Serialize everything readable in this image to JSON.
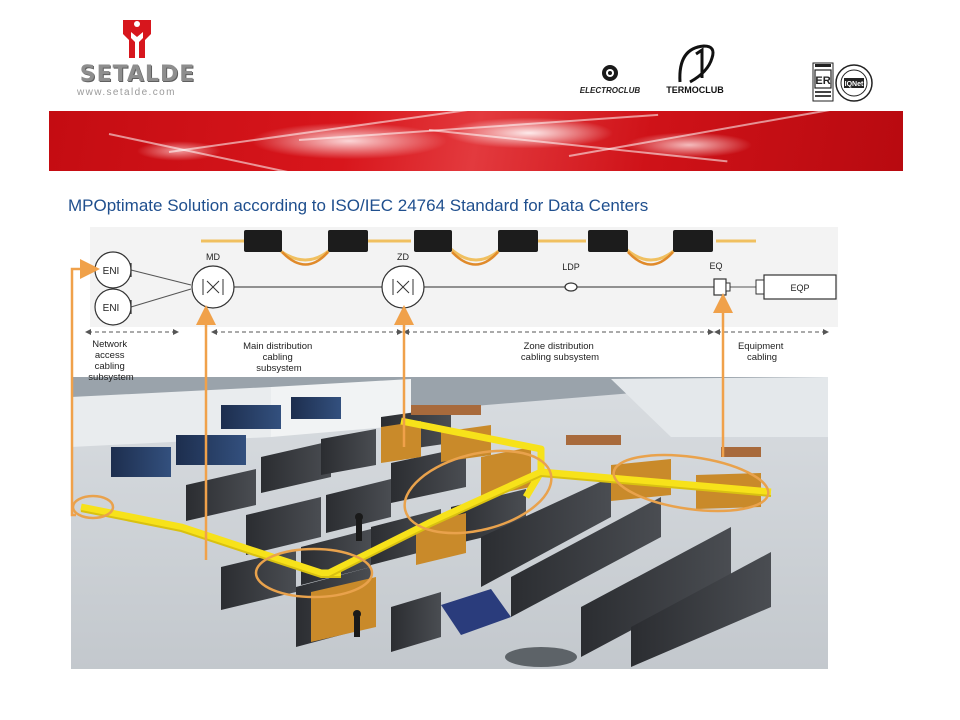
{
  "header": {
    "brand_name": "SETALDE",
    "brand_url": "www.setalde.com",
    "partner_logos": [
      "ELECTROCLUB",
      "TERMOCLUB"
    ],
    "cert_logos": [
      "ER",
      "IQNet"
    ]
  },
  "slide": {
    "title": "MPOptimate Solution according to ISO/IEC 24764 Standard for Data Centers"
  },
  "diagram": {
    "nodes": {
      "eni_1": "ENI",
      "eni_2": "ENI",
      "md": "MD",
      "zd": "ZD",
      "ldp": "LDP",
      "eq": "EQ",
      "eqp": "EQP"
    },
    "subsystems": [
      {
        "lines": [
          "Network",
          "access",
          "cabling",
          "subsystem"
        ]
      },
      {
        "lines": [
          "Main distribution",
          "cabling",
          "subsystem"
        ]
      },
      {
        "lines": [
          "Zone distribution",
          "cabling subsystem"
        ]
      },
      {
        "lines": [
          "Equipment",
          "cabling"
        ]
      }
    ],
    "colors": {
      "arrow": "#f0a14a",
      "cable_tray": "#f7e21a",
      "highlight_ellipse": "#e9a24c",
      "title_blue": "#1f4f8e",
      "banner_red": "#d0151b"
    }
  }
}
